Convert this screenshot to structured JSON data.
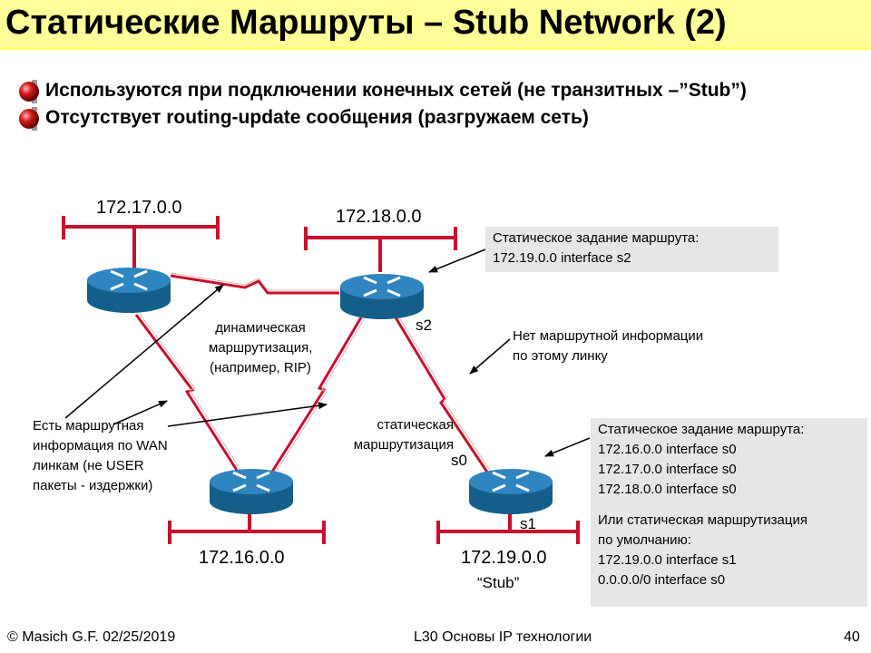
{
  "title": "Статические Маршруты – Stub Network (2)",
  "bullets": [
    "Используются при подключении конечных сетей (не транзитных –”Stub”)",
    "Отсутствует routing-update сообщения (разгружаем сеть)"
  ],
  "networks": {
    "net_172_17": "172.17.0.0",
    "net_172_18": "172.18.0.0",
    "net_172_16": "172.16.0.0",
    "net_172_19": "172.19.0.0",
    "stub": "“Stub”"
  },
  "interfaces": {
    "s2": "s2",
    "s0": "s0",
    "s1": "s1"
  },
  "labels": {
    "dynamic": [
      "динамическая",
      "маршрутизация,",
      "(например, RIP)"
    ],
    "static": [
      "статическая",
      "маршрутизация"
    ],
    "wan_info": [
      "Есть маршрутная",
      "информация по WAN",
      "линкам (не USER",
      "пакеты - издержки)"
    ],
    "no_route": [
      "Нет маршрутной информации",
      "по этому линку"
    ]
  },
  "boxes": {
    "top": [
      "Статическое задание маршрута:",
      "172.19.0.0 interface s2"
    ],
    "bottom": [
      "Статическое задание маршрута:",
      "172.16.0.0 interface s0",
      "172.17.0.0 interface s0",
      "172.18.0.0 interface s0",
      "",
      "Или статическая маршрутизация",
      "по умолчанию:",
      "172.19.0.0  interface s1",
      "0.0.0.0/0     interface s0"
    ]
  },
  "footer": {
    "left": "© Masich G.F. 02/25/2019",
    "center": "L30 Основы IP технологии",
    "page": "40"
  },
  "colors": {
    "title_bg": "#ffff99",
    "link": "#c8102e",
    "router": "#1e6f9f",
    "box_bg": "#e6e6e6"
  },
  "icons": [
    "bullet-ball-icon",
    "router-icon"
  ]
}
